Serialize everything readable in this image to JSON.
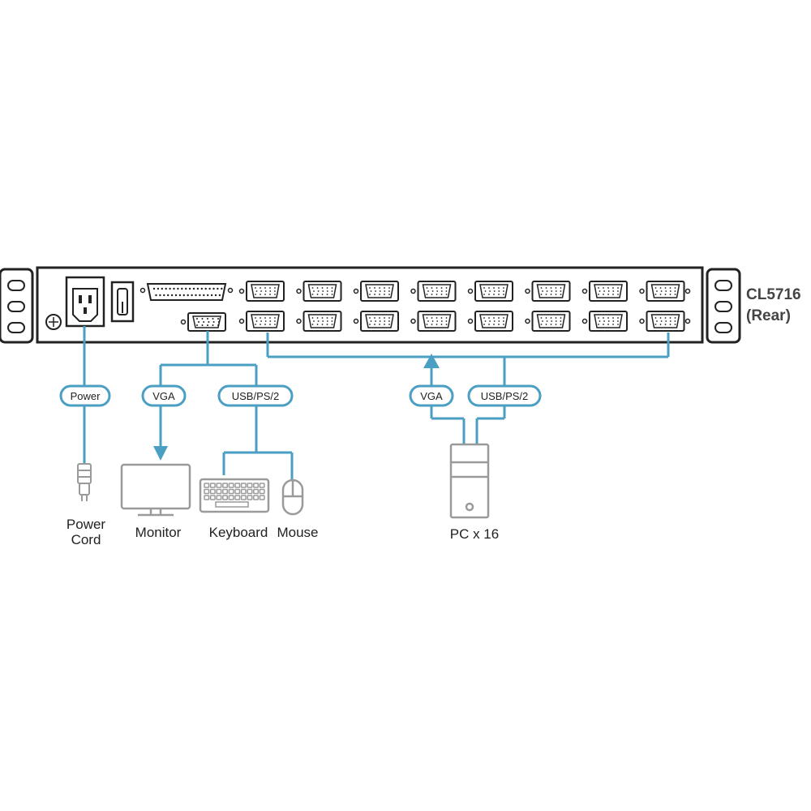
{
  "title": {
    "model": "CL5716",
    "view": "(Rear)"
  },
  "pills": {
    "power": "Power",
    "vga_console": "VGA",
    "usb_console": "USB/PS/2",
    "vga_pc": "VGA",
    "usb_pc": "USB/PS/2"
  },
  "labels": {
    "power_cord_line1": "Power",
    "power_cord_line2": "Cord",
    "monitor": "Monitor",
    "keyboard": "Keyboard",
    "mouse": "Mouse",
    "pc": "PC x 16"
  },
  "colors": {
    "line": "#4a9fc3",
    "device": "#9a9a9a",
    "panel": "#222222"
  },
  "icons": [
    "power-socket-icon",
    "power-switch-icon",
    "ground-screw-icon",
    "power-plug-icon",
    "monitor-icon",
    "keyboard-icon",
    "mouse-icon",
    "pc-tower-icon"
  ]
}
